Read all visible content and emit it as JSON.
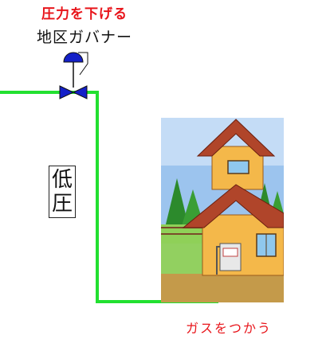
{
  "labels": {
    "reduce_pressure": "圧力を下げる",
    "governor": "地区ガバナー",
    "low_pressure_1": "低",
    "low_pressure_2": "圧",
    "use_gas": "ガスをつかう"
  },
  "colors": {
    "pipe": "#22e030",
    "caption_red": "#e8141a",
    "valve_blue": "#1420c8"
  },
  "icons": {
    "governor_valve": "gas-governor-valve-icon",
    "house": "house-illustration"
  }
}
